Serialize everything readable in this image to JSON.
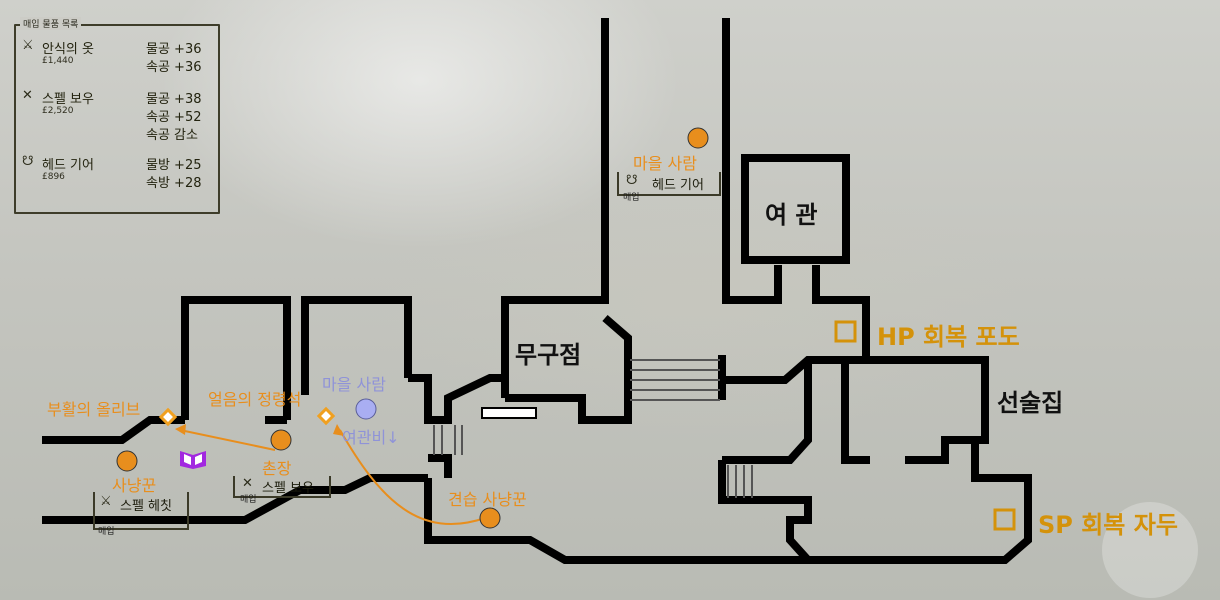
{
  "legend": {
    "title": "매입 물품 목록",
    "items": [
      {
        "icon": "spear-icon",
        "name": "안식의 옷",
        "price": "£1,440",
        "stats": [
          "물공 +36",
          "속공 +36"
        ]
      },
      {
        "icon": "crossed-swords-icon",
        "name": "스펠 보우",
        "price": "£2,520",
        "stats": [
          "물공 +38",
          "속공 +52",
          "속공 감소"
        ]
      },
      {
        "icon": "helmet-icon",
        "name": "헤드 기어",
        "price": "£896",
        "stats": [
          "물방 +25",
          "속방 +28"
        ]
      }
    ]
  },
  "places": {
    "inn": "여 관",
    "weapon_shop": "무구점",
    "fortune": "선술집",
    "hp_grape": "HP 회복 포도",
    "sp_fruit": "SP 회복 자두"
  },
  "npcs": {
    "villager_north": {
      "name": "마을 사람",
      "buy_tag": "매입",
      "item": "헤드 기어"
    },
    "villager_center": {
      "name": "마을 사람",
      "note": "여관비↓"
    },
    "chief": {
      "name": "촌장",
      "buy_tag": "매입",
      "item": "스펠 보우"
    },
    "hunter": {
      "name": "사냥꾼",
      "buy_tag": "매입",
      "item": "스펠 헤칫"
    },
    "apprentice_hunter": {
      "name": "견습 사냥꾼"
    }
  },
  "treasures": {
    "olive": "부활의 올리브",
    "crystal": "얼음의 정령석"
  },
  "colors": {
    "wall": "#000000",
    "npc": "#e88e1d",
    "villager_blue": "#a9aef2",
    "treasure": "#f0a020",
    "book": "#a228e0",
    "gold": "#d4920a"
  }
}
